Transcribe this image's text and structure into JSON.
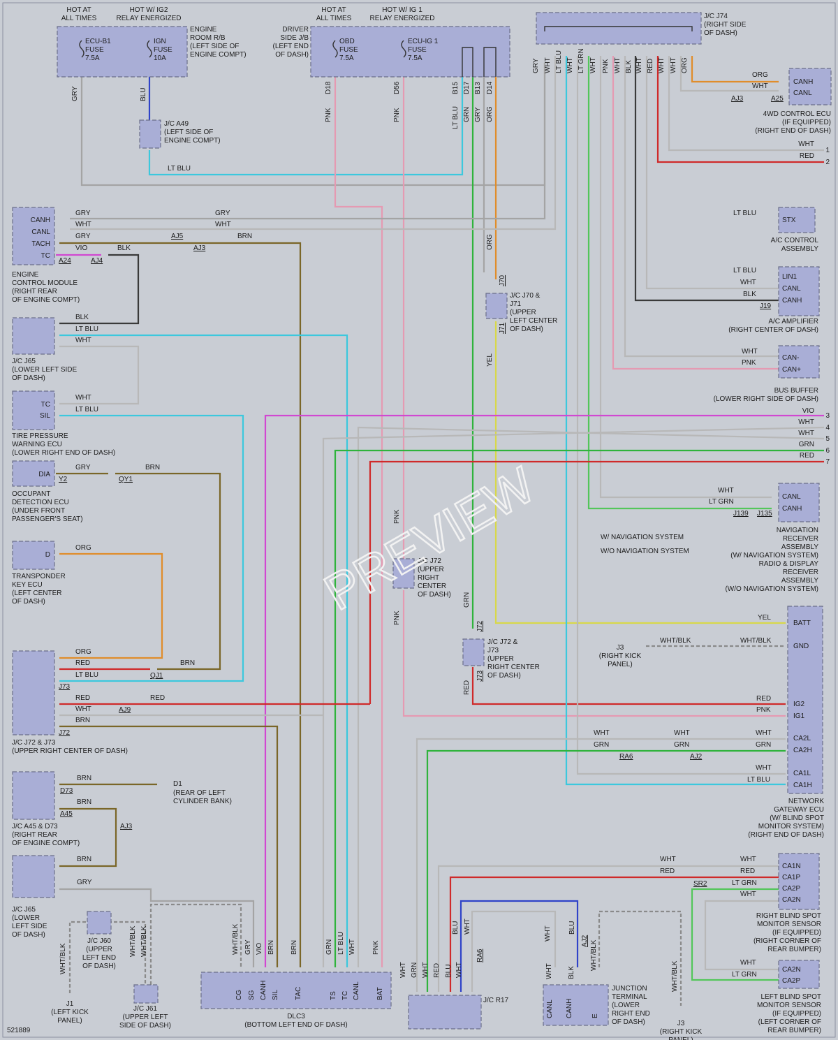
{
  "diagram_id": "521889",
  "watermark": "PREVIEW",
  "wires": {
    "gry": "GRY",
    "blu": "BLU",
    "ltblu": "LT BLU",
    "pnk": "PNK",
    "grn": "GRN",
    "org": "ORG",
    "red": "RED",
    "vio": "VIO",
    "yel": "YEL",
    "wht": "WHT",
    "blk": "BLK",
    "brn": "BRN",
    "ltgrn": "LT GRN",
    "whtblk": "WHT/BLK"
  },
  "top": {
    "hot_all_1": [
      "HOT AT",
      "ALL TIMES"
    ],
    "hot_ig2": [
      "HOT W/ IG2",
      "RELAY ENERGIZED"
    ],
    "hot_all_2": [
      "HOT AT",
      "ALL TIMES"
    ],
    "hot_ig1": [
      "HOT W/ IG 1",
      "RELAY ENERGIZED"
    ],
    "ecu_b1_fuse": [
      "ECU-B1",
      "FUSE",
      "7.5A"
    ],
    "ign_fuse": [
      "IGN",
      "FUSE",
      "10A"
    ],
    "engine_room_rb": [
      "ENGINE",
      "ROOM R/B",
      "(LEFT SIDE OF",
      "ENGINE COMPT)"
    ],
    "driver_side_jb": [
      "DRIVER",
      "SIDE J/B",
      "(LEFT END",
      "OF DASH)"
    ],
    "obd_fuse": [
      "OBD",
      "FUSE",
      "7.5A"
    ],
    "ecu_ig1_fuse": [
      "ECU-IG 1",
      "FUSE",
      "7.5A"
    ],
    "jc_j74": [
      "J/C J74",
      "(RIGHT SIDE",
      "OF DASH)"
    ],
    "jc_a49": [
      "J/C A49",
      "(LEFT SIDE OF",
      "ENGINE COMPT)"
    ]
  },
  "ecm": {
    "pins": [
      "CANH",
      "CANL",
      "TACH",
      "TC"
    ],
    "conn1": "A24",
    "conn2": "AJ4",
    "conn_aj5": "AJ5",
    "conn_aj3": "AJ3",
    "caption": [
      "ENGINE",
      "CONTROL MODULE",
      "(RIGHT REAR",
      "OF ENGINE COMPT)"
    ]
  },
  "jc_j65_a": {
    "caption": [
      "J/C J65",
      "(LOWER LEFT SIDE",
      "OF DASH)"
    ]
  },
  "tpw": {
    "pins": [
      "TC",
      "SIL"
    ],
    "caption": [
      "TIRE PRESSURE",
      "WARNING ECU",
      "(LOWER RIGHT END OF DASH)"
    ]
  },
  "occ": {
    "pin": "DIA",
    "conn": "Y2",
    "conn2": "QY1",
    "caption": [
      "OCCUPANT",
      "DETECTION ECU",
      "(UNDER FRONT",
      "PASSENGER'S SEAT)"
    ]
  },
  "tkey": {
    "pin": "D",
    "caption": [
      "TRANSPONDER",
      "KEY ECU",
      "(LEFT CENTER",
      "OF DASH)"
    ]
  },
  "jc_j72_j73": {
    "conn1": "J73",
    "conn2": "J72",
    "qj1": "QJ1",
    "aj9": "AJ9",
    "caption": [
      "J/C J72 & J73",
      "(UPPER RIGHT CENTER OF DASH)"
    ]
  },
  "jc_a45": {
    "conn1": "D73",
    "conn2": "A45",
    "aj3": "AJ3",
    "caption": [
      "J/C A45 & D73",
      "(RIGHT REAR",
      "OF ENGINE COMPT)"
    ]
  },
  "d1": {
    "name": "D1",
    "caption": [
      "(REAR OF LEFT",
      "CYLINDER BANK)"
    ]
  },
  "jc_j65_b": {
    "caption": [
      "J/C J65",
      "(LOWER",
      "LEFT SIDE",
      "OF DASH)"
    ]
  },
  "jc_j60": {
    "caption": [
      "J/C J60",
      "(UPPER",
      "LEFT END",
      "OF DASH)"
    ]
  },
  "jc_j61": {
    "caption": [
      "J/C J61",
      "(UPPER LEFT",
      "SIDE OF DASH)"
    ]
  },
  "j1": {
    "caption": [
      "J1",
      "(LEFT KICK",
      "PANEL)"
    ]
  },
  "dlc3": {
    "pins": [
      "CG",
      "SG",
      "CANH",
      "SIL",
      "TAC",
      "TS",
      "TC",
      "CANL",
      "BAT"
    ],
    "caption": [
      "DLC3",
      "(BOTTOM LEFT END OF DASH)"
    ]
  },
  "jc_r17": {
    "name": "J/C R17"
  },
  "jt": {
    "pins": [
      "CANL",
      "CANH",
      "E"
    ],
    "caption": [
      "JUNCTION",
      "TERMINAL",
      "(LOWER",
      "RIGHT END",
      "OF DASH)"
    ]
  },
  "jc_j70": {
    "conn1": "J70",
    "conn2": "J71",
    "caption": [
      "J/C J70 &",
      "J71",
      "(UPPER",
      "LEFT CENTER",
      "OF DASH)"
    ]
  },
  "jc_j72_mid": {
    "caption": [
      "J/C J72",
      "(UPPER",
      "RIGHT",
      "CENTER",
      "OF DASH)"
    ]
  },
  "jc_j72_j73_b": {
    "conn1": "J72",
    "conn2": "J73",
    "caption": [
      "J/C J72 &",
      "J73",
      "(UPPER",
      "RIGHT CENTER",
      "OF DASH)"
    ]
  },
  "ecu_4wd": {
    "pins": [
      "CANH",
      "CANL"
    ],
    "conn1": "AJ3",
    "conn2": "A25",
    "caption": [
      "4WD CONTROL ECU",
      "(IF EQUIPPED)",
      "(RIGHT END OF DASH)"
    ]
  },
  "ac_ctrl": {
    "pin": "STX",
    "caption": [
      "A/C CONTROL",
      "ASSEMBLY"
    ]
  },
  "ac_amp": {
    "pins": [
      "LIN1",
      "CANL",
      "CANH"
    ],
    "conn": "J19",
    "caption": [
      "A/C AMPLIFIER",
      "(RIGHT CENTER OF DASH)"
    ]
  },
  "bus_buf": {
    "pins": [
      "CAN-",
      "CAN+"
    ],
    "caption": [
      "BUS BUFFER",
      "(LOWER RIGHT SIDE OF DASH)"
    ]
  },
  "nav": {
    "pins": [
      "CANL",
      "CANH"
    ],
    "conn1": "J139",
    "conn2": "J135",
    "legend1": "W/ NAVIGATION SYSTEM",
    "legend2": "W/O NAVIGATION SYSTEM",
    "caption": [
      "NAVIGATION",
      "RECEIVER",
      "ASSEMBLY",
      "(W/ NAVIGATION SYSTEM)",
      "RADIO & DISPLAY",
      "RECEIVER",
      "ASSEMBLY",
      "(W/O NAVIGATION SYSTEM)"
    ]
  },
  "gateway": {
    "pins": [
      "BATT",
      "GND",
      "IG2",
      "IG1",
      "CA2L",
      "CA2H",
      "CA1L",
      "CA1H"
    ],
    "ra6": "RA6",
    "aj2": "AJ2",
    "caption": [
      "NETWORK",
      "GATEWAY ECU",
      "(W/ BLIND SPOT",
      "MONITOR SYSTEM)",
      "(RIGHT END OF DASH)"
    ]
  },
  "j3": {
    "caption": [
      "J3",
      "(RIGHT KICK",
      "PANEL)"
    ]
  },
  "j3b": {
    "caption": [
      "J3",
      "(RIGHT KICK",
      "PANEL)"
    ]
  },
  "rbsm": {
    "pins": [
      "CA1N",
      "CA1P",
      "CA2P",
      "CA2N"
    ],
    "conn": "SR2",
    "caption": [
      "RIGHT BLIND SPOT",
      "MONITOR SENSOR",
      "(IF EQUIPPED)",
      "(RIGHT CORNER OF",
      "REAR BUMPER)"
    ]
  },
  "lbsm": {
    "pins": [
      "CA2N",
      "CA2P"
    ],
    "caption": [
      "LEFT BLIND SPOT",
      "MONITOR SENSOR",
      "(IF EQUIPPED)",
      "(LEFT CORNER OF",
      "REAR BUMPER)"
    ]
  },
  "right_edge_nums": [
    "1",
    "2",
    "3",
    "4",
    "5",
    "6",
    "7"
  ],
  "pins": {
    "d18": "D18",
    "d56": "D56",
    "b15": "B15",
    "d17": "D17",
    "b13": "B13",
    "d14": "D14",
    "ra6": "RA6",
    "aj2": "AJ2"
  }
}
